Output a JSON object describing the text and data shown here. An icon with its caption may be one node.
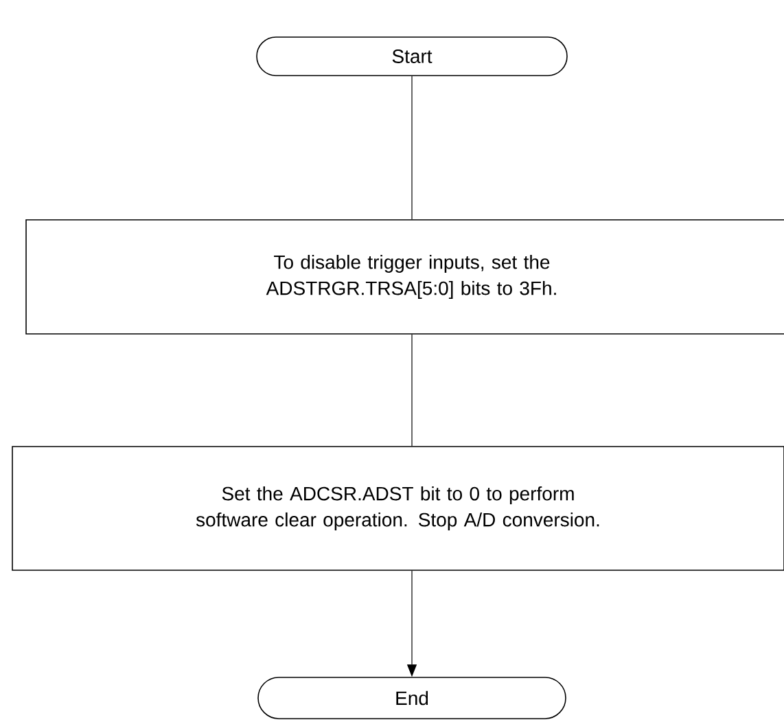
{
  "diagram": {
    "nodes": [
      {
        "text": [
          "Start"
        ]
      },
      {
        "text": [
          "To disable trigger inputs, set the ADSTRGR.TRSA[5:0] bits to 3Fh."
        ]
      },
      {
        "text": [
          "Set the ADCSR.ADST bit to 0 to perform software clear operation. Stop A/D conversion."
        ]
      },
      {
        "text": [
          "End"
        ]
      }
    ],
    "edges": [
      {
        "from": 0,
        "to": 1,
        "arrow": "none"
      },
      {
        "from": 1,
        "to": 2,
        "arrow": "none"
      },
      {
        "from": 2,
        "to": 3,
        "arrow": "to"
      }
    ]
  }
}
